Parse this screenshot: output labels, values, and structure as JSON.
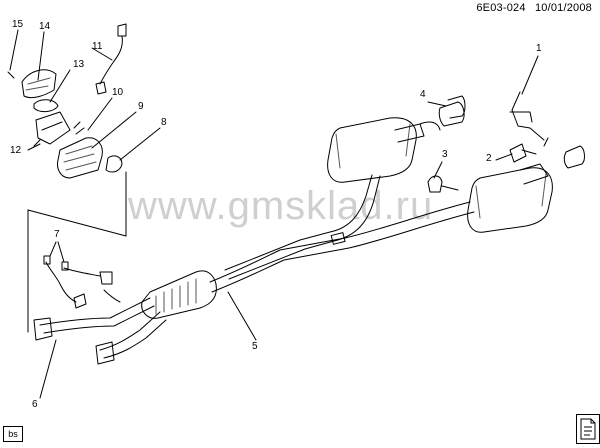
{
  "header": {
    "code": "6E03-024",
    "date": "10/01/2008"
  },
  "watermark": "www.gmsklad.ru",
  "corner_tag": "bs",
  "callouts": [
    {
      "id": "c15",
      "text": "15"
    },
    {
      "id": "c14",
      "text": "14"
    },
    {
      "id": "c11",
      "text": "11"
    },
    {
      "id": "c13",
      "text": "13"
    },
    {
      "id": "c10",
      "text": "10"
    },
    {
      "id": "c9",
      "text": "9"
    },
    {
      "id": "c8",
      "text": "8"
    },
    {
      "id": "c12",
      "text": "12"
    },
    {
      "id": "c7",
      "text": "7"
    },
    {
      "id": "c6",
      "text": "6"
    },
    {
      "id": "c5",
      "text": "5"
    },
    {
      "id": "c4",
      "text": "4"
    },
    {
      "id": "c3",
      "text": "3"
    },
    {
      "id": "c2",
      "text": "2"
    },
    {
      "id": "c1",
      "text": "1"
    }
  ]
}
